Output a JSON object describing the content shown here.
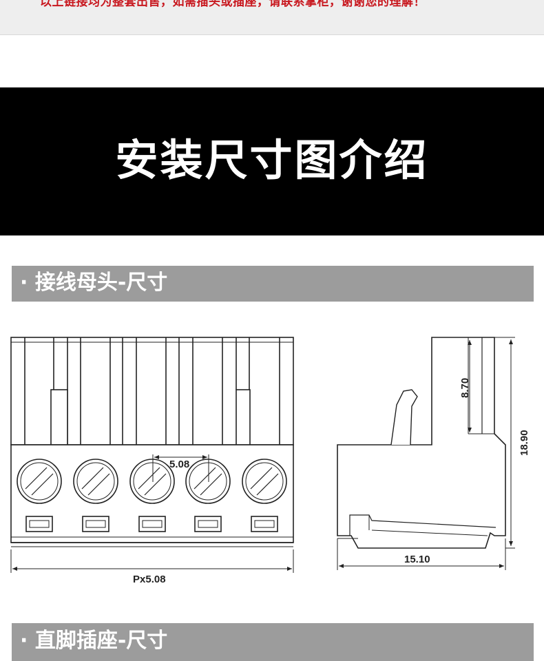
{
  "notice": {
    "text": "以上链接均为整套出售，如需插头或插座，请联系掌柜，谢谢您的理解！",
    "color": "#c8171e"
  },
  "banner": {
    "title": "安装尺寸图介绍"
  },
  "sections": [
    {
      "label": "· 接线母头-尺寸"
    },
    {
      "label": "· 直脚插座-尺寸"
    }
  ],
  "drawing": {
    "front_view": {
      "pitch_label": "5.08",
      "width_label": "Px5.08",
      "poles": 5
    },
    "side_view": {
      "height_label": "18.90",
      "top_label": "8.70",
      "width_label": "15.10"
    }
  },
  "colors": {
    "section_bar": "#9c9c9c",
    "banner_bg": "#000000"
  }
}
